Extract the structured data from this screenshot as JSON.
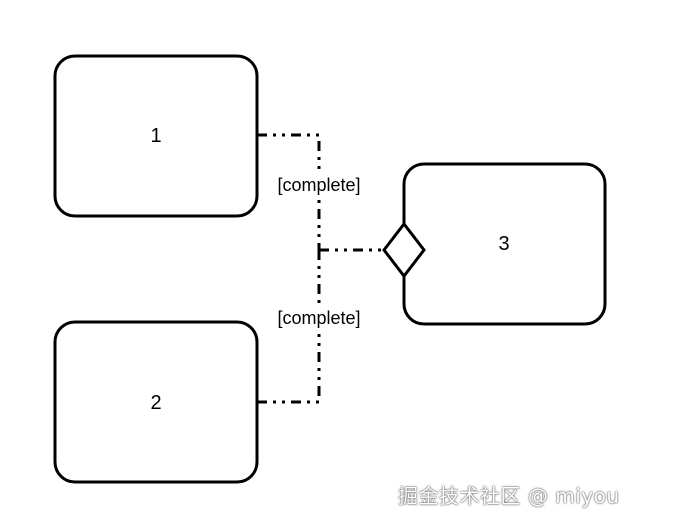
{
  "nodes": {
    "n1": {
      "label": "1"
    },
    "n2": {
      "label": "2"
    },
    "n3": {
      "label": "3"
    }
  },
  "edges": {
    "e1": {
      "label": "[complete]"
    },
    "e2": {
      "label": "[complete]"
    }
  },
  "watermark": {
    "text": "掘金技术社区 @ miyou"
  },
  "colors": {
    "stroke": "#000000",
    "background": "#ffffff"
  }
}
